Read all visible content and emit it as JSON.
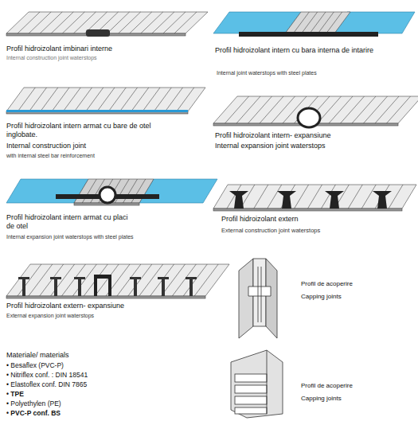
{
  "diagram": {
    "labels": [
      "Profil hidroizolant imbinari interne",
      "Internal construction joint waterstops",
      "Profil hidroizolant intern cu bara interna de intarire",
      "Internal joint waterstops with steel plates",
      "Profil hidroizolant intern armat cu bare de otel inglobate.",
      "Internal construction joint",
      "with internal steel bar reinforcement",
      "Profil hidroizolant intern- expansiune",
      "Internal expansion joint waterstops",
      "Profil hidroizolant intern armat cu placi de otel",
      "Internal expansion joint waterstops with steel plates",
      "Profil hidroizolant extern",
      "External construction joint waterstops",
      "Profil hidroizolant extern- expansiune",
      "External expansion joint waterstops",
      "Profil de acoperire",
      "Capping joints",
      "Materiale/ materials",
      "• Besaflex (PVC-P)",
      "• Nitriflex conf. : DIN 18541",
      "• Elastoflex conf. DIN 7865",
      "• TPE",
      "• Polyethylen (PE)",
      "• PVC-P conf. BS",
      "Profil de acoperire",
      "Capping joints"
    ]
  }
}
